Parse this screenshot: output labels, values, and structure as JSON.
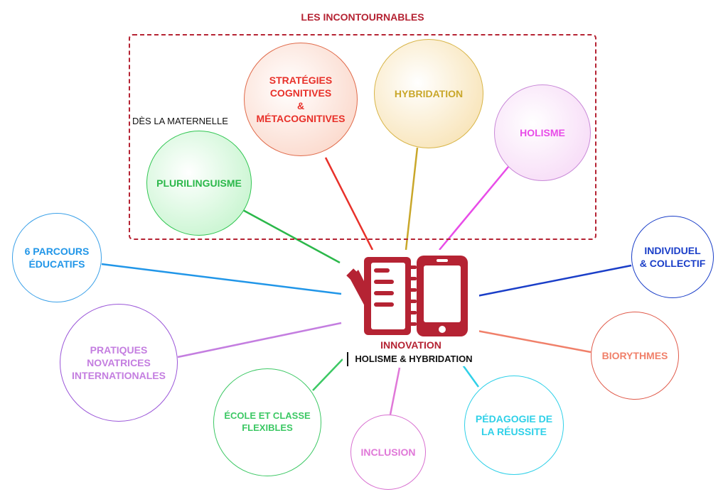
{
  "frame": {
    "title": "LES INCONTOURNABLES",
    "subtitle": "DÈS LA MATERNELLE",
    "color": "#b52333"
  },
  "center": {
    "label": "INNOVATION",
    "sublabel": "HOLISME & HYBRIDATION",
    "color": "#b52333",
    "icon": "notebook-pencil-smartphone-icon"
  },
  "nodes": [
    {
      "id": "plurilinguisme",
      "label": "PLURILINGUISME",
      "text_color": "#2bb84a",
      "border_color": "#32c653",
      "fill": "#c8f5d0"
    },
    {
      "id": "strategies",
      "label": "STRATÉGIES\nCOGNITIVES\n&\nMÉTACOGNITIVES",
      "text_color": "#e8312a",
      "border_color": "#e06a4a",
      "fill": "#fbd9cc"
    },
    {
      "id": "hybridation",
      "label": "HYBRIDATION",
      "text_color": "#c9a72a",
      "border_color": "#d8b548",
      "fill": "#f8e4b8"
    },
    {
      "id": "holisme",
      "label": "HOLISME",
      "text_color": "#e84ce8",
      "border_color": "#c98ad8",
      "fill": "#f7dcf7"
    },
    {
      "id": "parcours",
      "label": "6 PARCOURS\nÉDUCATIFS",
      "text_color": "#2196e8",
      "border_color": "#3aa0e8",
      "fill": "#ffffff"
    },
    {
      "id": "pratiques",
      "label": "PRATIQUES\nNOVATRICES\nINTERNATIONALES",
      "text_color": "#c47ee0",
      "border_color": "#9a55d8",
      "fill": "#ffffff"
    },
    {
      "id": "ecole",
      "label": "ÉCOLE ET CLASSE\nFLEXIBLES",
      "text_color": "#3cc864",
      "border_color": "#3cc864",
      "fill": "#ffffff"
    },
    {
      "id": "inclusion",
      "label": "INCLUSION",
      "text_color": "#e078d8",
      "border_color": "#d86fd0",
      "fill": "#ffffff"
    },
    {
      "id": "pedagogie",
      "label": "PÉDAGOGIE DE\nLA RÉUSSITE",
      "text_color": "#2fd0e8",
      "border_color": "#2fd0e8",
      "fill": "#ffffff"
    },
    {
      "id": "biorythmes",
      "label": "BIORYTHMES",
      "text_color": "#f0806a",
      "border_color": "#e05a4a",
      "fill": "#ffffff"
    },
    {
      "id": "individuel",
      "label": "INDIVIDUEL\n& COLLECTIF",
      "text_color": "#1a3ec8",
      "border_color": "#1a3ec8",
      "fill": "#ffffff"
    }
  ]
}
